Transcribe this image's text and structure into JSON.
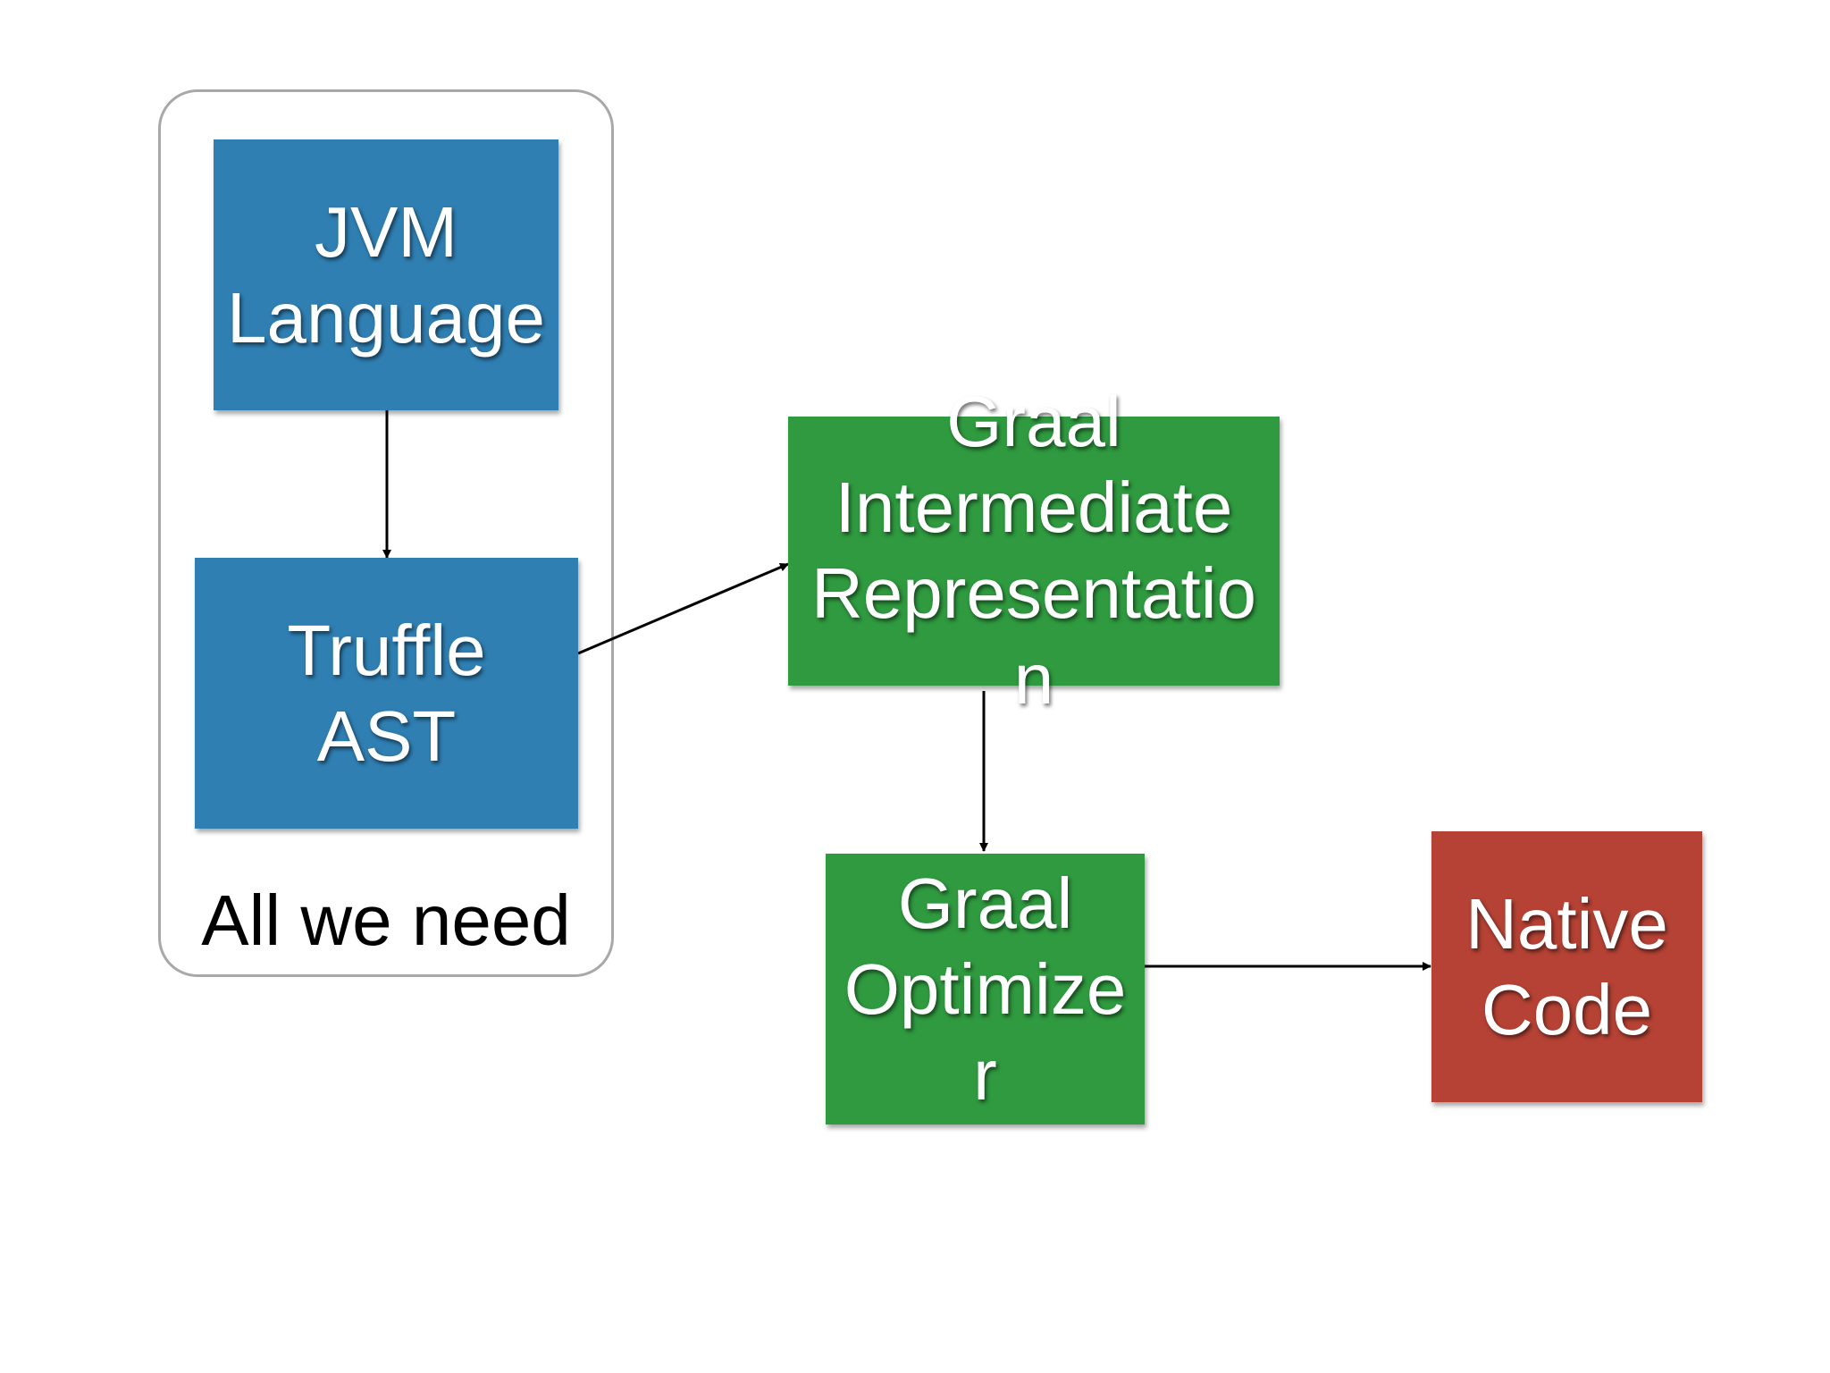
{
  "diagram": {
    "group": {
      "label": "All we need"
    },
    "nodes": {
      "jvm": {
        "line1": "JVM",
        "line2": "Language",
        "color": "#2f7fb3"
      },
      "truffle": {
        "line1": "Truffle",
        "line2": "AST",
        "color": "#2f7fb3"
      },
      "ir": {
        "line1": "Graal",
        "line2": "Intermediate",
        "line3": "Representatio",
        "line4": "n",
        "color": "#2f9a3f"
      },
      "optimizer": {
        "line1": "Graal",
        "line2": "Optimize",
        "line3": "r",
        "color": "#2f9a3f"
      },
      "native": {
        "line1": "Native",
        "line2": "Code",
        "color": "#b54234"
      }
    },
    "edges": [
      {
        "from": "jvm",
        "to": "truffle"
      },
      {
        "from": "truffle",
        "to": "ir"
      },
      {
        "from": "ir",
        "to": "optimizer"
      },
      {
        "from": "optimizer",
        "to": "native"
      }
    ]
  }
}
